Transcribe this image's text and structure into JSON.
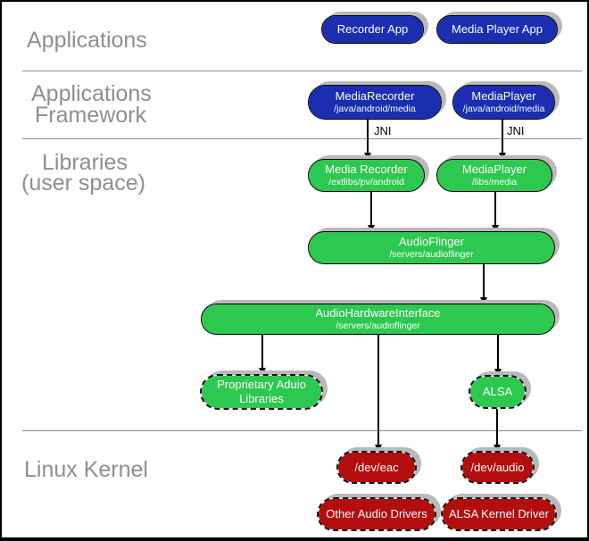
{
  "diagram": {
    "sections": {
      "applications": {
        "line1": "Applications"
      },
      "framework": {
        "line1": "Applications",
        "line2": "Framework"
      },
      "libraries": {
        "line1": "Libraries",
        "line2": "(user space)"
      },
      "kernel": {
        "line1": "Linux Kernel"
      }
    },
    "nodes": {
      "recorder_app": {
        "title": "Recorder App"
      },
      "media_player_app": {
        "title": "Media Player App"
      },
      "media_recorder_fw": {
        "title": "MediaRecorder",
        "subtitle": "/java/android/media"
      },
      "media_player_fw": {
        "title": "MediaPlayer",
        "subtitle": "/java/android/media"
      },
      "media_recorder_lib": {
        "title": "Media Recorder",
        "subtitle": "/extlibs/pv/android"
      },
      "media_player_lib": {
        "title": "MediaPlayer",
        "subtitle": "/libs/media"
      },
      "audio_flinger": {
        "title": "AudioFlinger",
        "subtitle": "/servers/audioflinger"
      },
      "audio_hardware_interface": {
        "title": "AudioHardwareInterface",
        "subtitle": "/servers/audioflinger"
      },
      "proprietary_audio": {
        "title": "Proprietary Aduio",
        "title2": "Libraries"
      },
      "alsa": {
        "title": "ALSA"
      },
      "dev_eac": {
        "title": "/dev/eac"
      },
      "dev_audio": {
        "title": "/dev/audio"
      },
      "other_audio_drivers": {
        "title": "Other Audio Drivers"
      },
      "alsa_kernel_driver": {
        "title": "ALSA Kernel Driver"
      }
    },
    "edge_labels": {
      "jni_left": "JNI",
      "jni_right": "JNI"
    },
    "colors": {
      "blue": "#1b2db1",
      "green": "#2dc84f",
      "red": "#b30d0d",
      "shadow": "#b9b9b9",
      "label_gray": "#8f8f8f",
      "divider_gray": "#8f8f8f"
    }
  }
}
